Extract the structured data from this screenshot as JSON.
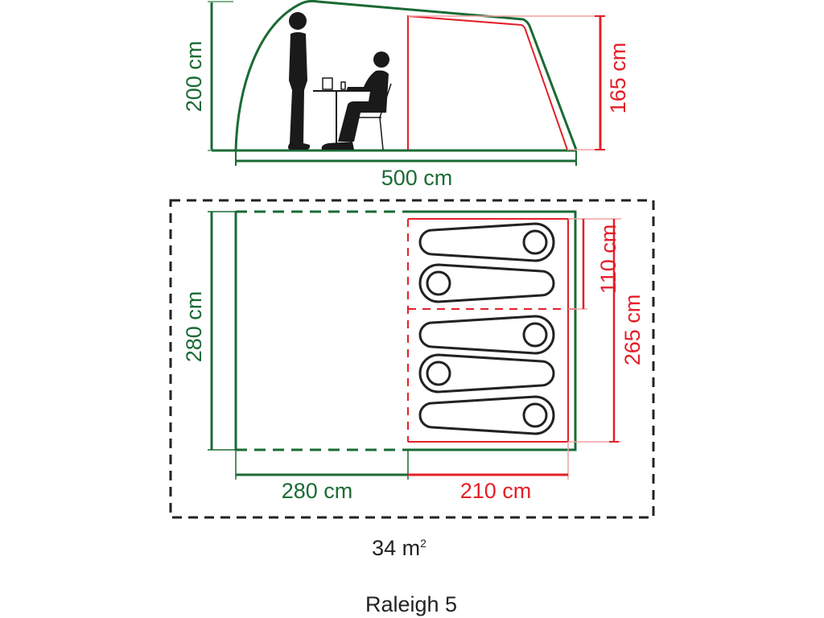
{
  "product_name": "Raleigh 5",
  "area": {
    "value": "34 m",
    "sup": "2"
  },
  "colors": {
    "outer": "#1a6b34",
    "inner": "#e3202a",
    "footprint": "#222222",
    "figure": "#1a1a1a"
  },
  "side_view": {
    "height_total": "200 cm",
    "height_inner": "165 cm",
    "length_total": "500 cm",
    "figures": [
      "standing-person",
      "table-with-cups",
      "seated-person-on-chair"
    ]
  },
  "floor_plan": {
    "width_total": "280 cm",
    "length_living": "280 cm",
    "length_bedroom": "210 cm",
    "width_bedroom": "265 cm",
    "width_bedroom_compartment": "110 cm",
    "sleeping_bags": 5,
    "sleeping_bag_head_sides": [
      "right",
      "left",
      "right",
      "left",
      "right"
    ]
  }
}
